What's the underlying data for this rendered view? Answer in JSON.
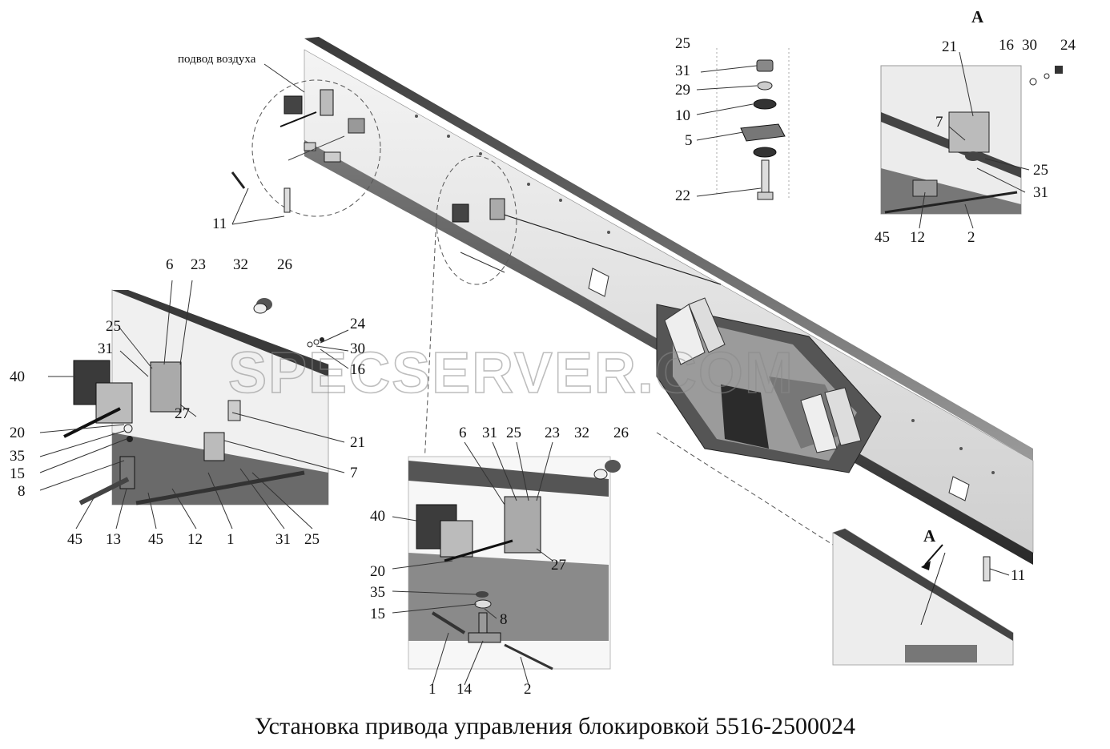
{
  "caption": "Установка привода управления блокировкой 5516-2500024",
  "air_supply_label": "подвод воздуха",
  "view_a_label": "А",
  "watermark": "SPECSERVER.COM",
  "labels": {
    "top_stack": [
      "25",
      "31",
      "29",
      "10",
      "5",
      "22"
    ],
    "view_a": [
      "21",
      "16",
      "30",
      "24",
      "7",
      "25",
      "31",
      "45",
      "12",
      "2"
    ],
    "upper_left": [
      "11"
    ],
    "left_detail": [
      "6",
      "23",
      "32",
      "26",
      "24",
      "30",
      "16",
      "25",
      "31",
      "40",
      "27",
      "20",
      "35",
      "15",
      "8",
      "21",
      "7",
      "45",
      "13",
      "45",
      "12",
      "1",
      "31",
      "25"
    ],
    "center_detail": [
      "6",
      "31",
      "25",
      "23",
      "32",
      "26",
      "40",
      "27",
      "20",
      "35",
      "15",
      "8",
      "1",
      "14",
      "2"
    ],
    "right_view": [
      "11"
    ]
  }
}
